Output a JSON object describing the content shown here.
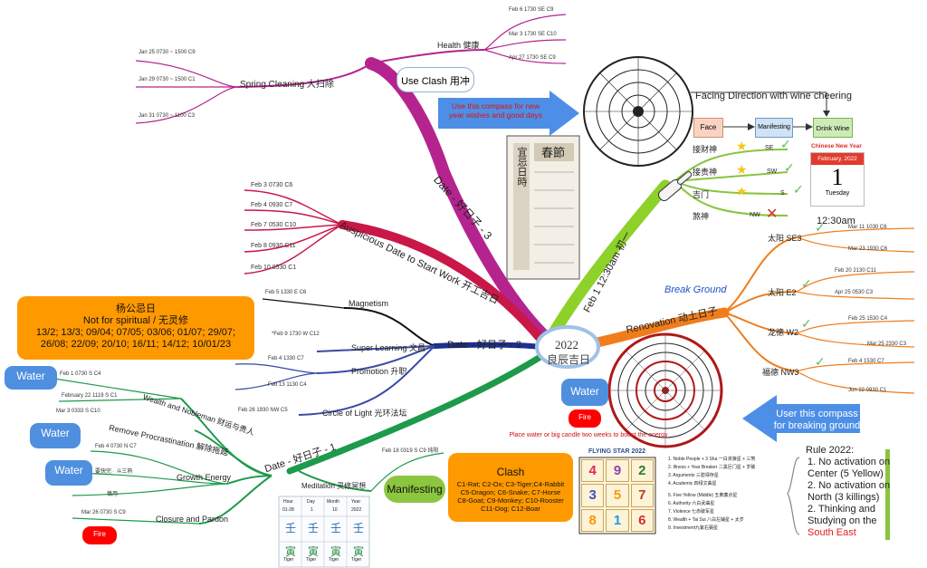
{
  "center": {
    "year": "2022",
    "subtitle": "良辰吉日"
  },
  "branches": {
    "spring": {
      "label": "Spring Cleaning 大扫除",
      "items": [
        "Jan 25 0730 ~ 1500 C9",
        "Jan 29 0730 ~ 1500 C1",
        "Jan 31 0730 ~ 1100 C3"
      ]
    },
    "health": {
      "label": "Health 健康",
      "items": [
        "Feb 6 1730 SE C9",
        "Mar 3 1730 SE C10",
        "Apr 27 1730 SE C9"
      ]
    },
    "date3": {
      "label": "Date - 好日子 - 3"
    },
    "use_clash": "Use Clash 用冲",
    "compass_note": "Use this compass for new year wishes and good days",
    "auspicious": {
      "label": "Auspicious Date to Start Work 开工吉日",
      "items": [
        "Feb 3 0730 C6",
        "Feb 4 0930 C7",
        "Feb 7 0530 C10",
        "Feb 8 0930 C11",
        "Feb 10 0530 C1"
      ]
    },
    "yang": {
      "title": "杨公忌日",
      "sub": "Not for spiritual / 无灵修",
      "dates": "13/2; 13/3; 09/04; 07/05; 03/06; 01/07; 29/07; 26/08; 22/09; 20/10; 16/11; 14/12; 10/01/23"
    },
    "date2": {
      "label": "Date - 好日子 - 2"
    },
    "magnetism": {
      "label": "Magnetism",
      "item": "Feb 5 1330 E C6"
    },
    "super_learning": {
      "label": "Super Learning 文昌",
      "item": "*Feb 9 1730 W C12"
    },
    "promotion": {
      "label": "Promotion 升职",
      "items": [
        "Feb 4 1330 C7",
        "Feb 13 1130 C4"
      ]
    },
    "circle_light": {
      "label": "Circle of Light 光环法坛",
      "item": "Feb 26 1930 NW C5"
    },
    "date1": {
      "label": "Date - 好日子 - 1"
    },
    "wealth_noble": {
      "label": "Wealth and Nobleman 财运与贵人",
      "items": [
        "Feb 1 0730 S C4",
        "February 22 1119 S C1"
      ]
    },
    "procrastination": {
      "label": "Remove Procrastination 解除拖延",
      "item": "Mar 3 0333 S C10"
    },
    "growth": {
      "label": "Growth Energy",
      "items": [
        "Feb 4 0730 N C7",
        "要快完 · 斗三熟",
        "慎用"
      ]
    },
    "closure": {
      "label": "Closure and Pardon",
      "item": "Mar 26 0730 S C9"
    },
    "meditation": {
      "label": "Meditation 灵修冥想",
      "item": "Feb 18 0319 S C9 纯阳"
    },
    "manifesting": "Manifesting",
    "clash": {
      "title": "Clash",
      "text": "C1-Rat; C2-Ox; C3-Tiger;C4-Rabbit C5-Dragon; C6-Snake; C7-Horse C8-Goat; C9-Monkey; C10-Rooster C11-Dog; C12-Boar"
    },
    "place_water": "Place water or big candle two weeks to boost the energy",
    "flying_star": {
      "title": "FLYING STAR 2022",
      "list1": [
        "1. Noble People + 3 Sha 一白贪狼星 + 三煞",
        "2. Illness + Year Breaker 二黑巨门星 + 岁破",
        "3. Arguments 三碧禄存星",
        "4. Academic 四绿文曲星"
      ],
      "list2": [
        "5. Five Yellow (Middle) 五黄廉贞星",
        "6. Authority 六白武曲星",
        "7. Violence 七赤破军星",
        "8. Wealth + Tai Sui 八白左辅星 + 太岁",
        "9. Investment九紫右弼星"
      ]
    },
    "rule": {
      "title": "Rule 2022:",
      "lines": [
        "1. No activation on",
        "Center (5 Yellow)",
        "2. No activation on",
        "North (3 killings)",
        "2. Thinking and",
        "Studying on the"
      ],
      "south": "South East"
    },
    "feb1": {
      "label": "Feb 1 12:30am 初一"
    },
    "facing": {
      "title": "Facing Direction with wine cheering",
      "face": "Face",
      "manifesting": "Manifesting",
      "drink": "Drink Wine"
    },
    "gods": [
      {
        "name": "接财神",
        "dir": "SE",
        "ok": true
      },
      {
        "name": "接贵神",
        "dir": "SW",
        "ok": true
      },
      {
        "name": "吉门",
        "dir": "S",
        "ok": true
      },
      {
        "name": "煞神",
        "dir": "NW",
        "ok": false
      }
    ],
    "calendar": {
      "header": "Chinese New Year",
      "month": "February, 2022",
      "day": "1",
      "weekday": "Tuesday"
    },
    "time1230": "12:30am",
    "renovation": {
      "label": "Renovation 动土日子",
      "break": "Break Ground",
      "sub": [
        {
          "label": "太阳 SE3",
          "items": [
            "Mar 11 1030 C6",
            "Mar 23 1930 C6"
          ]
        },
        {
          "label": "太阳 E2",
          "items": [
            "Feb 20 2130 C11",
            "Apr 25 0530 C3"
          ]
        },
        {
          "label": "龙德 W2",
          "items": [
            "Feb 25 1530 C4",
            "Mar 25 2330 C3"
          ]
        },
        {
          "label": "福德 NW3",
          "items": [
            "Feb 4 1530 C7",
            "Jun 22 0930 C1"
          ]
        }
      ]
    },
    "user_compass": "User this compass for breaking ground",
    "water": "Water",
    "fire": "Fire",
    "spring_festival": "春節",
    "almanac_title": "宜忌日時",
    "fs_numbers": [
      "4",
      "9",
      "2",
      "3",
      "5",
      "7",
      "8",
      "1",
      "6"
    ],
    "fs_colors": [
      "#e91e63",
      "#8e44ad",
      "#2e7d32",
      "#3f51b5",
      "#f39c12",
      "#c0392b",
      "#ff9800",
      "#2196f3",
      "#d32f2f"
    ],
    "almanac_table": {
      "headers": [
        "Hour",
        "Day",
        "Month",
        "Year"
      ],
      "top": [
        "01-28",
        "1",
        "10",
        "2022"
      ],
      "stem": "壬",
      "branch": "寅",
      "animal": "Tiger"
    }
  },
  "colors": {
    "purple": "#b5238f",
    "crimson": "#c91848",
    "navy": "#1d2f8f",
    "green": "#1d9a4a",
    "lime": "#8ed12a",
    "orange": "#f07d1c",
    "light_green": "#8ac43f"
  }
}
